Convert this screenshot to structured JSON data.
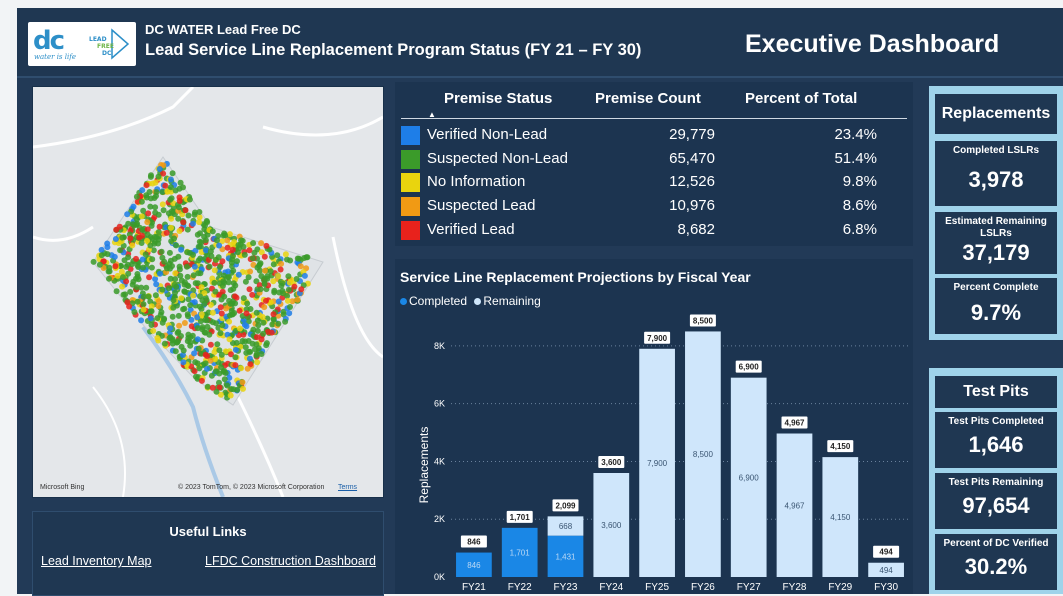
{
  "header": {
    "org": "DC WATER Lead Free DC",
    "program": "Lead Service Line Replacement Program Status (FY 21 – FY 30)",
    "dashboard_title": "Executive Dashboard",
    "logo_text": "dc",
    "logo_sub": "water is life",
    "logo_lead_free": "LEAD FREE DC"
  },
  "map": {
    "provider": "Microsoft Bing",
    "copyright": "© 2023 TomTom, © 2023 Microsoft Corporation",
    "terms": "Terms"
  },
  "useful_links": {
    "title": "Useful Links",
    "items": [
      "Lead Inventory Map",
      "LFDC Construction Dashboard"
    ]
  },
  "premise_table": {
    "headers": [
      "Premise Status",
      "Premise Count",
      "Percent of Total"
    ],
    "rows": [
      {
        "status": "Verified Non-Lead",
        "count": "29,779",
        "percent": "23.4%",
        "color": "#1e7ee8"
      },
      {
        "status": "Suspected Non-Lead",
        "count": "65,470",
        "percent": "51.4%",
        "color": "#3b9b2a"
      },
      {
        "status": "No Information",
        "count": "12,526",
        "percent": "9.8%",
        "color": "#e9d40e"
      },
      {
        "status": "Suspected Lead",
        "count": "10,976",
        "percent": "8.6%",
        "color": "#f19a14"
      },
      {
        "status": "Verified Lead",
        "count": "8,682",
        "percent": "6.8%",
        "color": "#e8221c"
      }
    ]
  },
  "chart_data": {
    "type": "bar",
    "title": "Service Line Replacement Projections by Fiscal Year",
    "ylabel": "Replacements",
    "xlabel": "",
    "categories": [
      "FY21",
      "FY22",
      "FY23",
      "FY24",
      "FY25",
      "FY26",
      "FY27",
      "FY28",
      "FY29",
      "FY30"
    ],
    "series": [
      {
        "name": "Completed",
        "color": "#1a87e6",
        "values": [
          846,
          1701,
          1431,
          0,
          0,
          0,
          0,
          0,
          0,
          0
        ]
      },
      {
        "name": "Remaining",
        "color": "#cfe6fb",
        "values": [
          0,
          0,
          668,
          3600,
          7900,
          8500,
          6900,
          4967,
          4150,
          494
        ]
      }
    ],
    "totals": [
      "846",
      "1,701",
      "2,099",
      "3,600",
      "7,900",
      "8,500",
      "6,900",
      "4,967",
      "4,150",
      "494"
    ],
    "segment_labels": {
      "Completed": [
        "846",
        "1,701",
        "1,431",
        "",
        "",
        "",
        "",
        "",
        "",
        ""
      ],
      "Remaining": [
        "",
        "",
        "668",
        "3,600",
        "7,900",
        "8,500",
        "6,900",
        "4,967",
        "4,150",
        "494"
      ]
    },
    "yticks": [
      0,
      2000,
      4000,
      6000,
      8000
    ],
    "ytick_labels": [
      "0K",
      "2K",
      "4K",
      "6K",
      "8K"
    ],
    "ylim": [
      0,
      9000
    ],
    "grid": true,
    "legend": "top-left"
  },
  "replacements": {
    "title": "Replacements",
    "kpis": [
      {
        "label": "Completed LSLRs",
        "value": "3,978"
      },
      {
        "label": "Estimated Remaining LSLRs",
        "value": "37,179"
      },
      {
        "label": "Percent Complete",
        "value": "9.7%"
      }
    ]
  },
  "test_pits": {
    "title": "Test Pits",
    "kpis": [
      {
        "label": "Test Pits Completed",
        "value": "1,646"
      },
      {
        "label": "Test Pits Remaining",
        "value": "97,654"
      },
      {
        "label": "Percent of DC Verified",
        "value": "30.2%"
      }
    ]
  }
}
